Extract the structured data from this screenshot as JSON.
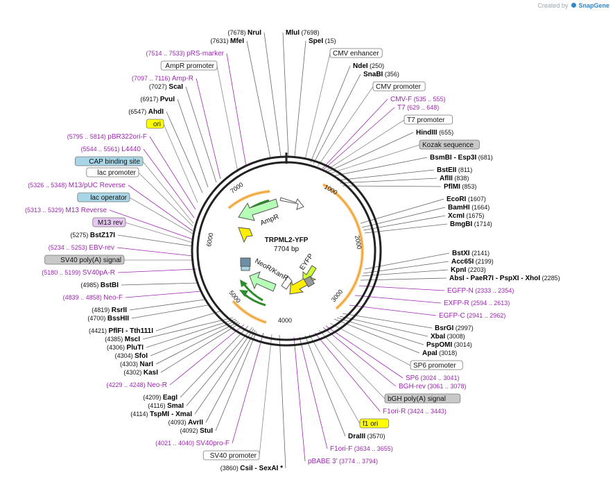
{
  "credit": {
    "prefix": "Created by",
    "brand": "SnapGene"
  },
  "plasmid": {
    "name": "TRPML2-YFP",
    "size_label": "7704 bp",
    "length": 7704
  },
  "colors": {
    "enzyme": "#000000",
    "primer": "#9c27b0",
    "origin": "#ffff00",
    "promoter_box": "#ffffff",
    "terminator_box": "#c8c8c8",
    "protein_bind": "#a8d6e6",
    "misc": "#e7c8f2",
    "orf": "#f5b041"
  },
  "ticks": [
    "1000",
    "2000",
    "3000",
    "4000",
    "5000",
    "6000",
    "7000"
  ],
  "features": [
    {
      "name": "EYFP",
      "color": "#ccff33"
    },
    {
      "name": "NeoR/KanR",
      "color": "#b6ffb6"
    },
    {
      "name": "AmpR",
      "color": "#b6ffb6"
    }
  ],
  "labels": [
    {
      "kind": "enzyme",
      "name": "NruI",
      "pos": "(7678)"
    },
    {
      "kind": "enzyme",
      "name": "MfeI",
      "pos": "(7631)"
    },
    {
      "kind": "primer",
      "name": "pRS-marker",
      "pos": "(7514 .. 7533)"
    },
    {
      "kind": "box",
      "name": "AmpR promoter",
      "fill": "#ffffff"
    },
    {
      "kind": "primer",
      "name": "Amp-R",
      "pos": "(7097 .. 7116)"
    },
    {
      "kind": "enzyme",
      "name": "ScaI",
      "pos": "(7027)"
    },
    {
      "kind": "enzyme",
      "name": "PvuI",
      "pos": "(6917)"
    },
    {
      "kind": "enzyme",
      "name": "AhdI",
      "pos": "(6547)"
    },
    {
      "kind": "box",
      "name": "ori",
      "fill": "#ffff00"
    },
    {
      "kind": "primer",
      "name": "pBR322ori-F",
      "pos": "(5795 .. 5814)"
    },
    {
      "kind": "primer",
      "name": "L4440",
      "pos": "(5544 .. 5561)"
    },
    {
      "kind": "box",
      "name": "CAP binding site",
      "fill": "#a8d6e6"
    },
    {
      "kind": "box",
      "name": "lac promoter",
      "fill": "#ffffff"
    },
    {
      "kind": "primer",
      "name": "M13/pUC Reverse",
      "pos": "(5326 .. 5348)"
    },
    {
      "kind": "box",
      "name": "lac operator",
      "fill": "#a8d6e6"
    },
    {
      "kind": "primer",
      "name": "M13 Reverse",
      "pos": "(5313 .. 5329)"
    },
    {
      "kind": "box",
      "name": "M13 rev",
      "fill": "#e7c8f2"
    },
    {
      "kind": "enzyme",
      "name": "BstZ17I",
      "pos": "(5275)"
    },
    {
      "kind": "primer",
      "name": "EBV-rev",
      "pos": "(5234 .. 5253)"
    },
    {
      "kind": "box",
      "name": "SV40 poly(A) signal",
      "fill": "#c8c8c8"
    },
    {
      "kind": "primer",
      "name": "SV40pA-R",
      "pos": "(5180 .. 5199)"
    },
    {
      "kind": "enzyme",
      "name": "BstBI",
      "pos": "(4985)"
    },
    {
      "kind": "primer",
      "name": "Neo-F",
      "pos": "(4839 .. 4858)"
    },
    {
      "kind": "enzyme",
      "name": "RsrII",
      "pos": "(4819)"
    },
    {
      "kind": "enzyme",
      "name": "BssHII",
      "pos": "(4700)"
    },
    {
      "kind": "enzyme",
      "name": "PflFI  -  Tth111I",
      "pos": "(4421)"
    },
    {
      "kind": "enzyme",
      "name": "MscI",
      "pos": "(4385)"
    },
    {
      "kind": "enzyme",
      "name": "PluTI",
      "pos": "(4306)"
    },
    {
      "kind": "enzyme",
      "name": "SfoI",
      "pos": "(4304)"
    },
    {
      "kind": "enzyme",
      "name": "NarI",
      "pos": "(4303)"
    },
    {
      "kind": "enzyme",
      "name": "KasI",
      "pos": "(4302)"
    },
    {
      "kind": "primer",
      "name": "Neo-R",
      "pos": "(4229 .. 4248)"
    },
    {
      "kind": "enzyme",
      "name": "EagI",
      "pos": "(4209)"
    },
    {
      "kind": "enzyme",
      "name": "SmaI",
      "pos": "(4116)"
    },
    {
      "kind": "enzyme",
      "name": "TspMI  -  XmaI",
      "pos": "(4114)"
    },
    {
      "kind": "enzyme",
      "name": "AvrII",
      "pos": "(4093)"
    },
    {
      "kind": "enzyme",
      "name": "StuI",
      "pos": "(4092)"
    },
    {
      "kind": "primer",
      "name": "SV40pro-F",
      "pos": "(4021 .. 4040)"
    },
    {
      "kind": "box",
      "name": "SV40 promoter",
      "fill": "#ffffff"
    },
    {
      "kind": "enzyme",
      "name": "CsiI  -  SexAI  *",
      "pos": "(3860)"
    },
    {
      "kind": "enzyme",
      "name": "MluI",
      "pos": "(7698)"
    },
    {
      "kind": "enzyme",
      "name": "SpeI",
      "pos": "(15)"
    },
    {
      "kind": "box",
      "name": "CMV enhancer",
      "fill": "#ffffff"
    },
    {
      "kind": "enzyme",
      "name": "NdeI",
      "pos": "(250)"
    },
    {
      "kind": "enzyme",
      "name": "SnaBI",
      "pos": "(356)"
    },
    {
      "kind": "box",
      "name": "CMV promoter",
      "fill": "#ffffff"
    },
    {
      "kind": "primer",
      "name": "CMV-F",
      "pos": "(535 .. 555)"
    },
    {
      "kind": "primer",
      "name": "T7",
      "pos": "(629 .. 648)"
    },
    {
      "kind": "box",
      "name": "T7 promoter",
      "fill": "#ffffff"
    },
    {
      "kind": "enzyme",
      "name": "HindIII",
      "pos": "(655)"
    },
    {
      "kind": "box",
      "name": "Kozak sequence",
      "fill": "#c8c8c8"
    },
    {
      "kind": "enzyme",
      "name": "BsmBI  -  Esp3I",
      "pos": "(681)"
    },
    {
      "kind": "enzyme",
      "name": "BstEII",
      "pos": "(811)"
    },
    {
      "kind": "enzyme",
      "name": "AflII",
      "pos": "(838)"
    },
    {
      "kind": "enzyme",
      "name": "PflMI",
      "pos": "(853)"
    },
    {
      "kind": "enzyme",
      "name": "EcoRI",
      "pos": "(1607)"
    },
    {
      "kind": "enzyme",
      "name": "BamHI",
      "pos": "(1664)"
    },
    {
      "kind": "enzyme",
      "name": "XcmI",
      "pos": "(1675)"
    },
    {
      "kind": "enzyme",
      "name": "BmgBI",
      "pos": "(1714)"
    },
    {
      "kind": "enzyme",
      "name": "BstXI",
      "pos": "(2141)"
    },
    {
      "kind": "enzyme",
      "name": "Acc65I",
      "pos": "(2199)"
    },
    {
      "kind": "enzyme",
      "name": "KpnI",
      "pos": "(2203)"
    },
    {
      "kind": "enzyme",
      "name": "AbsI  -  PaeR7I  -  PspXI  -  XhoI",
      "pos": "(2285)"
    },
    {
      "kind": "primer",
      "name": "EGFP-N",
      "pos": "(2333 .. 2354)"
    },
    {
      "kind": "primer",
      "name": "EXFP-R",
      "pos": "(2594 .. 2613)"
    },
    {
      "kind": "primer",
      "name": "EGFP-C",
      "pos": "(2941 .. 2962)"
    },
    {
      "kind": "enzyme",
      "name": "BsrGI",
      "pos": "(2997)"
    },
    {
      "kind": "enzyme",
      "name": "XbaI",
      "pos": "(3008)"
    },
    {
      "kind": "enzyme",
      "name": "PspOMI",
      "pos": "(3014)"
    },
    {
      "kind": "enzyme",
      "name": "ApaI",
      "pos": "(3018)"
    },
    {
      "kind": "box",
      "name": "SP6 promoter",
      "fill": "#ffffff"
    },
    {
      "kind": "primer",
      "name": "SP6",
      "pos": "(3024 .. 3041)"
    },
    {
      "kind": "primer",
      "name": "BGH-rev",
      "pos": "(3061 .. 3078)"
    },
    {
      "kind": "box",
      "name": "bGH poly(A) signal",
      "fill": "#c8c8c8"
    },
    {
      "kind": "primer",
      "name": "F1ori-R",
      "pos": "(3424 .. 3443)"
    },
    {
      "kind": "box",
      "name": "f1 ori",
      "fill": "#ffff00"
    },
    {
      "kind": "enzyme",
      "name": "DraIII",
      "pos": "(3570)"
    },
    {
      "kind": "primer",
      "name": "F1ori-F",
      "pos": "(3634 .. 3655)"
    },
    {
      "kind": "primer",
      "name": "pBABE 3'",
      "pos": "(3774 .. 3794)"
    }
  ]
}
